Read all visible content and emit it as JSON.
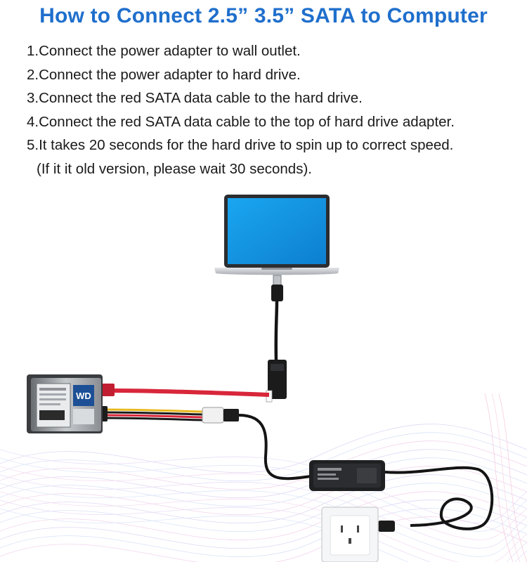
{
  "title": "How to Connect 2.5” 3.5” SATA to Computer",
  "steps": [
    "1.Connect the power adapter to wall outlet.",
    "2.Connect the power adapter to hard drive.",
    "3.Connect the red SATA data cable to the hard drive.",
    "4.Connect the red SATA data cable to the top of hard drive adapter.",
    "5.It takes 20 seconds for the hard drive to spin up to correct speed.",
    "(If it it old version, please wait 30 seconds)."
  ],
  "colors": {
    "title": "#1f6fcc",
    "sata_cable": "#d8263a",
    "cable": "#141414",
    "laptop_screen": "#1594e0",
    "laptop_body": "#c9ccd0"
  },
  "diagram": {
    "hard_drive_label": "WD",
    "icons": [
      "laptop-icon",
      "usb-plug-icon",
      "usb-sata-adapter-icon",
      "hard-drive-icon",
      "power-adapter-icon",
      "wall-outlet-icon"
    ]
  }
}
